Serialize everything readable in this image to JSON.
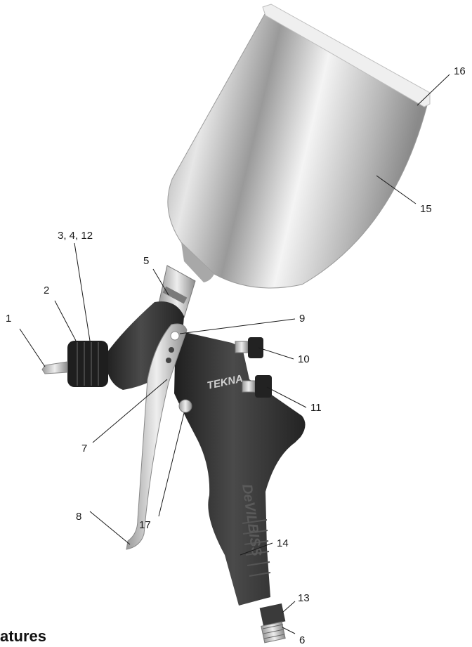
{
  "diagram": {
    "brand_label": "TEKNA",
    "grip_label": "DeVILBISS",
    "section_heading": "atures",
    "callouts": [
      "1",
      "2",
      "3, 4, 12",
      "5",
      "6",
      "7",
      "8",
      "9",
      "10",
      "11",
      "13",
      "14",
      "15",
      "16",
      "17"
    ]
  },
  "colors": {
    "cup_metal": "#cfcfcf",
    "cup_lid": "#efefef",
    "gun_body": "#2b2b2b",
    "trigger": "#c9c9c9",
    "text": "#1a1a1a"
  }
}
